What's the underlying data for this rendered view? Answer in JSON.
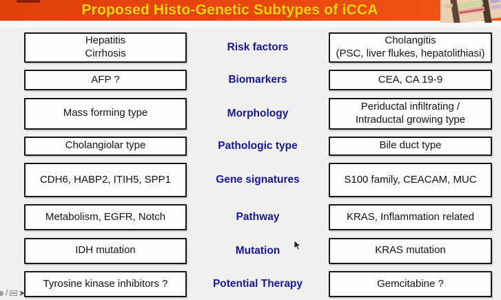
{
  "title": "Proposed Histo-Genetic Subtypes of iCCA",
  "colors": {
    "title_bar_bg": "#e8470c",
    "title_text": "#ffd400",
    "category_text": "#16169a",
    "box_border": "#161616",
    "slide_bg": "#f1f0ee"
  },
  "table": {
    "rows": [
      {
        "left": "Hepatitis\nCirrhosis",
        "label": "Risk factors",
        "right": "Cholangitis\n(PSC, liver flukes, hepatolithiasi)"
      },
      {
        "left": "AFP ?",
        "label": "Biomarkers",
        "right": "CEA, CA 19-9"
      },
      {
        "left": "Mass forming type",
        "label": "Morphology",
        "right": "Periductal infiltrating /\nIntraductal growing type"
      },
      {
        "left": "Cholangiolar type",
        "label": "Pathologic type",
        "right": "Bile duct type"
      },
      {
        "left": "CDH6, HABP2, ITIH5, SPP1",
        "label": "Gene signatures",
        "right": "S100 family, CEACAM, MUC"
      },
      {
        "left": "Metabolism, EGFR, Notch",
        "label": "Pathway",
        "right": "KRAS, Inflammation related"
      },
      {
        "left": "IDH mutation",
        "label": "Mutation",
        "right": "KRAS mutation"
      },
      {
        "left": "Tyrosine kinase inhibitors ?",
        "label": "Potential Therapy",
        "right": "Gemcitabine ?"
      }
    ]
  },
  "toolbar": {
    "icons": [
      "pen-tip-icon",
      "pen-icon",
      "menu-icon",
      "forward-arrow-icon"
    ],
    "pen_glyph": "/"
  },
  "decoration": "genomic-karyotype-image"
}
